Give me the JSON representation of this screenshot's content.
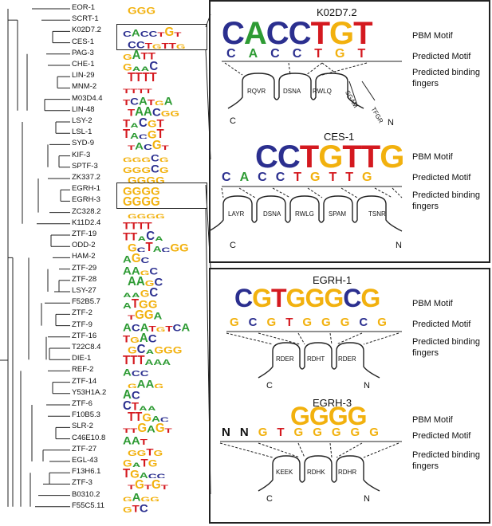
{
  "colors": {
    "A": "#2e9b34",
    "C": "#2b2f8f",
    "G": "#f2b10e",
    "T": "#d4191f",
    "N": "#111111",
    "line": "#222222"
  },
  "genes": [
    "EOR-1",
    "SCRT-1",
    "K02D7.2",
    "CES-1",
    "PAG-3",
    "CHE-1",
    "LIN-29",
    "MNM-2",
    "M03D4.4",
    "LIN-48",
    "LSY-2",
    "LSL-1",
    "SYD-9",
    "KIF-3",
    "SPTF-3",
    "ZK337.2",
    "EGRH-1",
    "EGRH-3",
    "ZC328.2",
    "K11D2.4",
    "ZTF-19",
    "ODD-2",
    "HAM-2",
    "ZTF-29",
    "ZTF-28",
    "LSY-27",
    "F52B5.7",
    "ZTF-2",
    "ZTF-9",
    "ZTF-16",
    "T22C8.4",
    "DIE-1",
    "REF-2",
    "ZTF-14",
    "Y53H1A.2",
    "ZTF-6",
    "F10B5.3",
    "SLR-2",
    "C46E10.8",
    "ZTF-27",
    "EGL-43",
    "F13H6.1",
    "ZTF-3",
    "B0310.2",
    "F55C5.11"
  ],
  "logos": [
    "GGG",
    "",
    "CACCTGT",
    "CCTGTTG",
    "GATT",
    "GAAC",
    "TTTT",
    "TTTT",
    "TCATGA",
    "TAACGG",
    "TACGT",
    "TACGT",
    "TACGT",
    "GGGCG",
    "GGGCG",
    "GGGG",
    "GGGG",
    "GGGG",
    "GGGG",
    "TTTT",
    "TTACA",
    "GCTACGG",
    "AGC",
    "AAGC",
    "AAGC",
    "AAGC",
    "ATGG",
    "TGGA",
    "ACATGTCA",
    "TGAC",
    "GCAGGG",
    "TTTAAA",
    "ACC",
    "GAAG",
    "AC",
    "CTAA",
    "TTGAC",
    "TTGAGT",
    "AAT",
    "GGTG",
    "GATG",
    "TGACC",
    "TGTGT",
    "GAGG",
    "GTC"
  ],
  "top_panel": {
    "k02": {
      "title": "K02D7.2",
      "pbm": "CACCTGT",
      "pred": "CACCTGT",
      "fingers": [
        "RQVR",
        "DSNA",
        "RWLQ",
        "SGAM",
        "TFGR"
      ]
    },
    "ces": {
      "title": "CES-1",
      "pbm": "CCTGTTG",
      "pred": "CACCTGTTG",
      "fingers": [
        "LAYR",
        "DSNA",
        "RWLG",
        "SPAM",
        "TSNR"
      ]
    },
    "labels": {
      "pbm": "PBM Motif",
      "pred": "Predicted Motif",
      "fingers": "Predicted binding fingers"
    }
  },
  "bottom_panel": {
    "egrh1": {
      "title": "EGRH-1",
      "pbm": "CGTGGGCG",
      "pred": "GCGTGGGCG",
      "fingers": [
        "RDER",
        "RDHT",
        "RDER"
      ]
    },
    "egrh3": {
      "title": "EGRH-3",
      "pbm": "GGGG",
      "pred": "NNGTGGGGG",
      "fingers": [
        "KEEK",
        "RDHK",
        "RDHR"
      ]
    },
    "labels": {
      "pbm": "PBM Motif",
      "pred": "Predicted Motif",
      "fingers": "Predicted binding fingers"
    }
  },
  "terminus": {
    "c": "C",
    "n": "N"
  }
}
